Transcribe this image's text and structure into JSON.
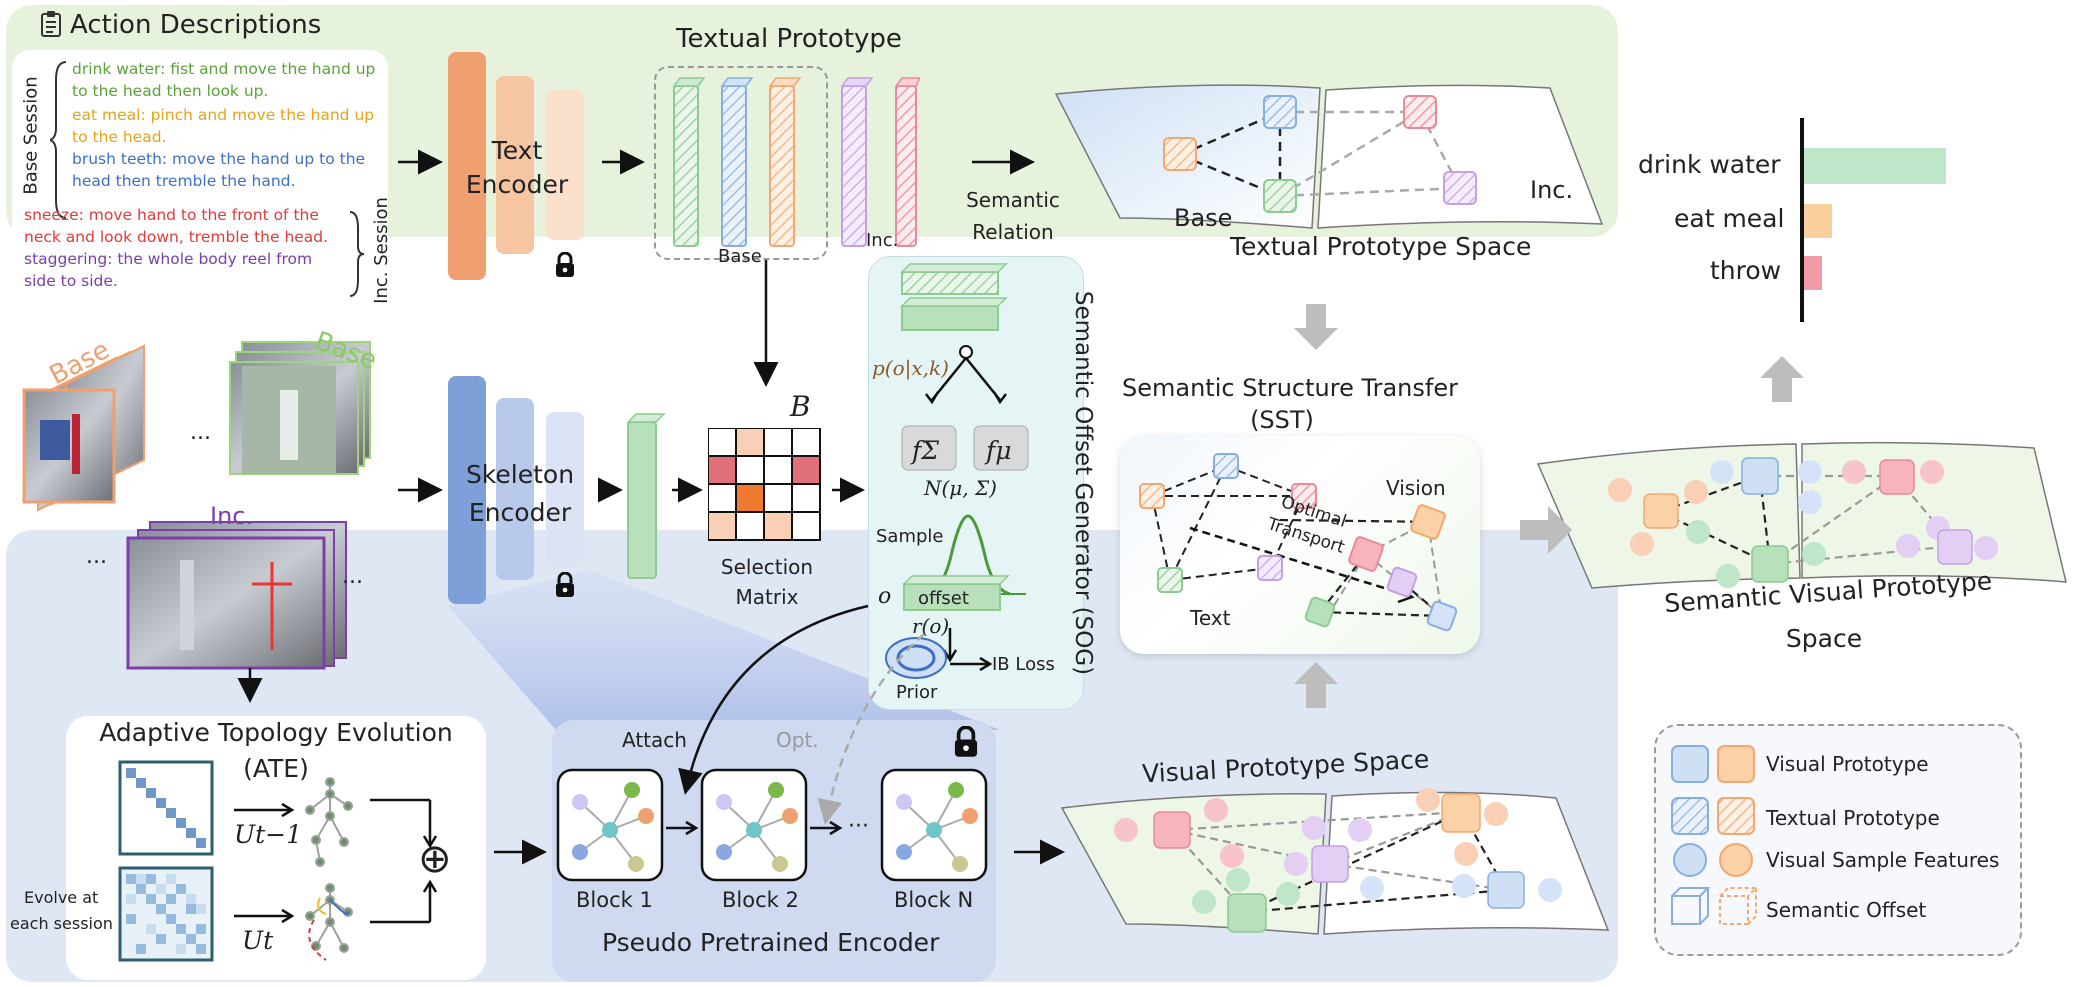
{
  "action_panel": {
    "title": "Action Descriptions",
    "base_session_label": "Base Session",
    "inc_session_label": "Inc. Session",
    "descriptions": [
      {
        "text": "drink water: fist and move the hand up to the head then look up.",
        "color": "#5aa33a"
      },
      {
        "text": "eat meal: pinch and move the hand up to the head.",
        "color": "#e8a21a"
      },
      {
        "text": "brush teeth: move the hand up to the head then tremble the hand.",
        "color": "#3d6fc4"
      },
      {
        "text": "sneeze: move hand to the front of the neck and look down, tremble the head.",
        "color": "#e03b3b"
      },
      {
        "text": "staggering: the whole body reel from side to side.",
        "color": "#7a3fa8"
      }
    ]
  },
  "text_encoder": {
    "label": "Text Encoder"
  },
  "textual_prototype": {
    "title": "Textual Prototype",
    "base_label": "Base",
    "inc_label": "Inc."
  },
  "semantic_relation": {
    "label": "Semantic Relation"
  },
  "textual_space": {
    "title": "Textual Prototype Space",
    "base_label": "Base",
    "inc_label": "Inc."
  },
  "video_labels": {
    "base_1": "Base",
    "base_2": "Base",
    "inc": "Inc.",
    "ellipsis": "..."
  },
  "skeleton_encoder": {
    "label": "Skeleton Encoder"
  },
  "selection_matrix": {
    "label": "Selection Matrix",
    "symbol": "B"
  },
  "sog": {
    "title": "Semantic Offset Generator (SOG)",
    "posterior": "p(o|x,k)",
    "f_sigma": "fΣ",
    "f_mu": "fμ",
    "normal": "N(μ, Σ)",
    "sample": "Sample",
    "offset": "offset",
    "o_label": "o",
    "r_label": "r(o)",
    "ib_loss": "IB Loss",
    "prior": "Prior"
  },
  "sst": {
    "title_line1": "Semantic Structure Transfer",
    "title_line2": "(SST)",
    "vision": "Vision",
    "text": "Text",
    "ot_line1": "Optimal",
    "ot_line2": "Transport"
  },
  "result_bars": {
    "bars": [
      {
        "label": "drink water",
        "value": 0.95,
        "color": "#bfe6c8"
      },
      {
        "label": "eat meal",
        "value": 0.18,
        "color": "#f9cf9e"
      },
      {
        "label": "throw",
        "value": 0.1,
        "color": "#ef9aa6"
      }
    ]
  },
  "semantic_visual_space": {
    "title_line1": "Semantic Visual Prototype",
    "title_line2": "Space"
  },
  "ate": {
    "title_line1": "Adaptive Topology Evolution",
    "title_line2": "(ATE)",
    "u_prev": "Ut−1",
    "u_cur": "Ut",
    "evolve_line1": "Evolve at",
    "evolve_line2": "each session",
    "oplus": "⊕"
  },
  "ppe": {
    "title": "Pseudo Pretrained Encoder",
    "attach": "Attach",
    "opt": "Opt.",
    "block1": "Block 1",
    "block2": "Block 2",
    "blockn": "Block N",
    "dots": "···"
  },
  "visual_space": {
    "title": "Visual Prototype Space"
  },
  "legend": {
    "items": [
      {
        "label": "Visual Prototype"
      },
      {
        "label": "Textual Prototype"
      },
      {
        "label": "Visual Sample Features"
      },
      {
        "label": "Semantic Offset"
      }
    ]
  },
  "colors": {
    "green_panel": "#e7f2dd",
    "blue_panel": "#dfe7f4",
    "sog_panel": "#e5f4f4",
    "orange": "#f0a070",
    "blue": "#7f9fd8",
    "green": "#b7e0bb"
  }
}
